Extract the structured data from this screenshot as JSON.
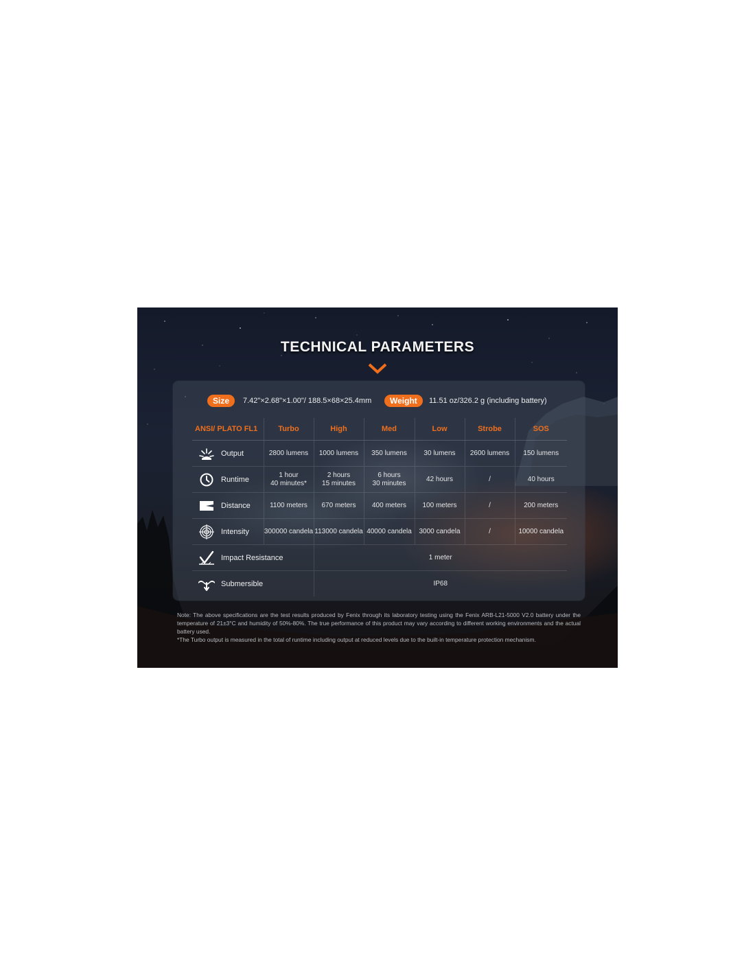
{
  "title": "TECHNICAL PARAMETERS",
  "specs": {
    "size_label": "Size",
    "size_value": "7.42\"×2.68\"×1.00\"/ 188.5×68×25.4mm",
    "weight_label": "Weight",
    "weight_value": "11.51 oz/326.2 g  (including battery)"
  },
  "table": {
    "header_label": "ANSI/ PLATO  FL1",
    "modes": [
      "Turbo",
      "High",
      "Med",
      "Low",
      "Strobe",
      "SOS"
    ],
    "rows": [
      {
        "label": "Output",
        "icon": "light-burst-icon",
        "cells": [
          [
            "2800 lumens",
            ""
          ],
          [
            "1000 lumens",
            ""
          ],
          [
            "350 lumens",
            ""
          ],
          [
            "30 lumens",
            ""
          ],
          [
            "2600 lumens",
            ""
          ],
          [
            "150 lumens",
            ""
          ]
        ]
      },
      {
        "label": "Runtime",
        "icon": "clock-icon",
        "cells": [
          [
            "1 hour",
            "40 minutes*"
          ],
          [
            "2 hours",
            "15 minutes"
          ],
          [
            "6 hours",
            "30 minutes"
          ],
          [
            "42 hours",
            ""
          ],
          [
            "/",
            ""
          ],
          [
            "40 hours",
            ""
          ]
        ]
      },
      {
        "label": "Distance",
        "icon": "beam-distance-icon",
        "cells": [
          [
            "1100 meters",
            ""
          ],
          [
            "670 meters",
            ""
          ],
          [
            "400 meters",
            ""
          ],
          [
            "100 meters",
            ""
          ],
          [
            "/",
            ""
          ],
          [
            "200 meters",
            ""
          ]
        ]
      },
      {
        "label": "Intensity",
        "icon": "target-icon",
        "cells": [
          [
            "300000 candela",
            ""
          ],
          [
            "113000 candela",
            ""
          ],
          [
            "40000 candela",
            ""
          ],
          [
            "3000 candela",
            ""
          ],
          [
            "/",
            ""
          ],
          [
            "10000 candela",
            ""
          ]
        ]
      }
    ],
    "impact": {
      "label": "Impact Resistance",
      "icon": "impact-icon",
      "value": "1 meter"
    },
    "submersible": {
      "label": "Submersible",
      "icon": "submersible-icon",
      "value": "IP68"
    }
  },
  "notes": [
    "Note: The above specifications are the test results produced by Fenix through its laboratory testing using the Fenix ARB-L21-5000 V2.0 battery under the temperature of 21±3°C and humidity of 50%-80%. The true performance of this product may vary according to different working environments and the actual battery used.",
    "*The Turbo output is measured in the total of runtime including output at reduced levels due to the built-in temperature protection mechanism."
  ],
  "colors": {
    "accent": "#ef6f1d",
    "text": "#e6e6e6"
  }
}
